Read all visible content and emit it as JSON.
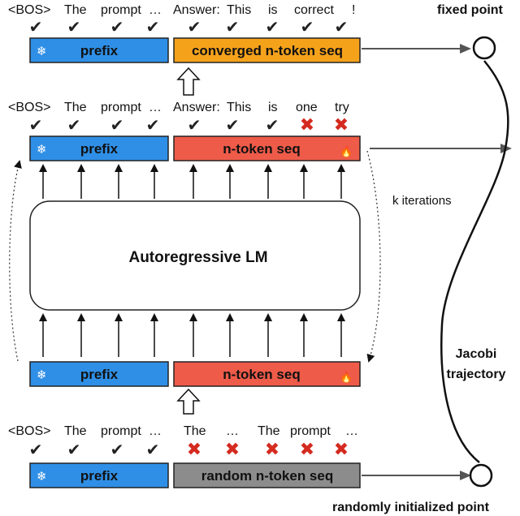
{
  "colors": {
    "prefix": "#2f8fe6",
    "converged": "#f5a21b",
    "ntoken": "#ef5b49",
    "random": "#8c8c8c",
    "check": "#222222",
    "cross": "#d42a1f"
  },
  "row1": {
    "tokens": [
      "<BOS>",
      "The",
      "prompt",
      "…",
      "Answer:",
      "This",
      "is",
      "correct",
      "!"
    ],
    "marks": [
      "check",
      "check",
      "check",
      "check",
      "check",
      "check",
      "check",
      "check",
      "check"
    ],
    "prefix_label": "prefix",
    "seq_label": "converged n-token seq"
  },
  "row2": {
    "tokens": [
      "<BOS>",
      "The",
      "prompt",
      "…",
      "Answer:",
      "This",
      "is",
      "one",
      "try"
    ],
    "marks": [
      "check",
      "check",
      "check",
      "check",
      "check",
      "check",
      "check",
      "cross",
      "cross"
    ],
    "prefix_label": "prefix",
    "seq_label": "n-token seq"
  },
  "row3": {
    "prefix_label": "prefix",
    "seq_label": "n-token seq"
  },
  "row4": {
    "tokens": [
      "<BOS>",
      "The",
      "prompt",
      "…",
      "The",
      "…",
      "The",
      "prompt",
      "…"
    ],
    "marks": [
      "check",
      "check",
      "check",
      "check",
      "cross",
      "cross",
      "cross",
      "cross",
      "cross"
    ],
    "prefix_label": "prefix",
    "seq_label": "random n-token seq"
  },
  "lm_label": "Autoregressive LM",
  "iterations_label": "k iterations",
  "fixed_point_label": "fixed point",
  "trajectory_label_1": "Jacobi",
  "trajectory_label_2": "trajectory",
  "random_point_label": "randomly initialized point",
  "icons": {
    "frozen": "snowflake-icon",
    "trainable": "fire-icon",
    "correct": "check-icon",
    "wrong": "cross-icon"
  }
}
